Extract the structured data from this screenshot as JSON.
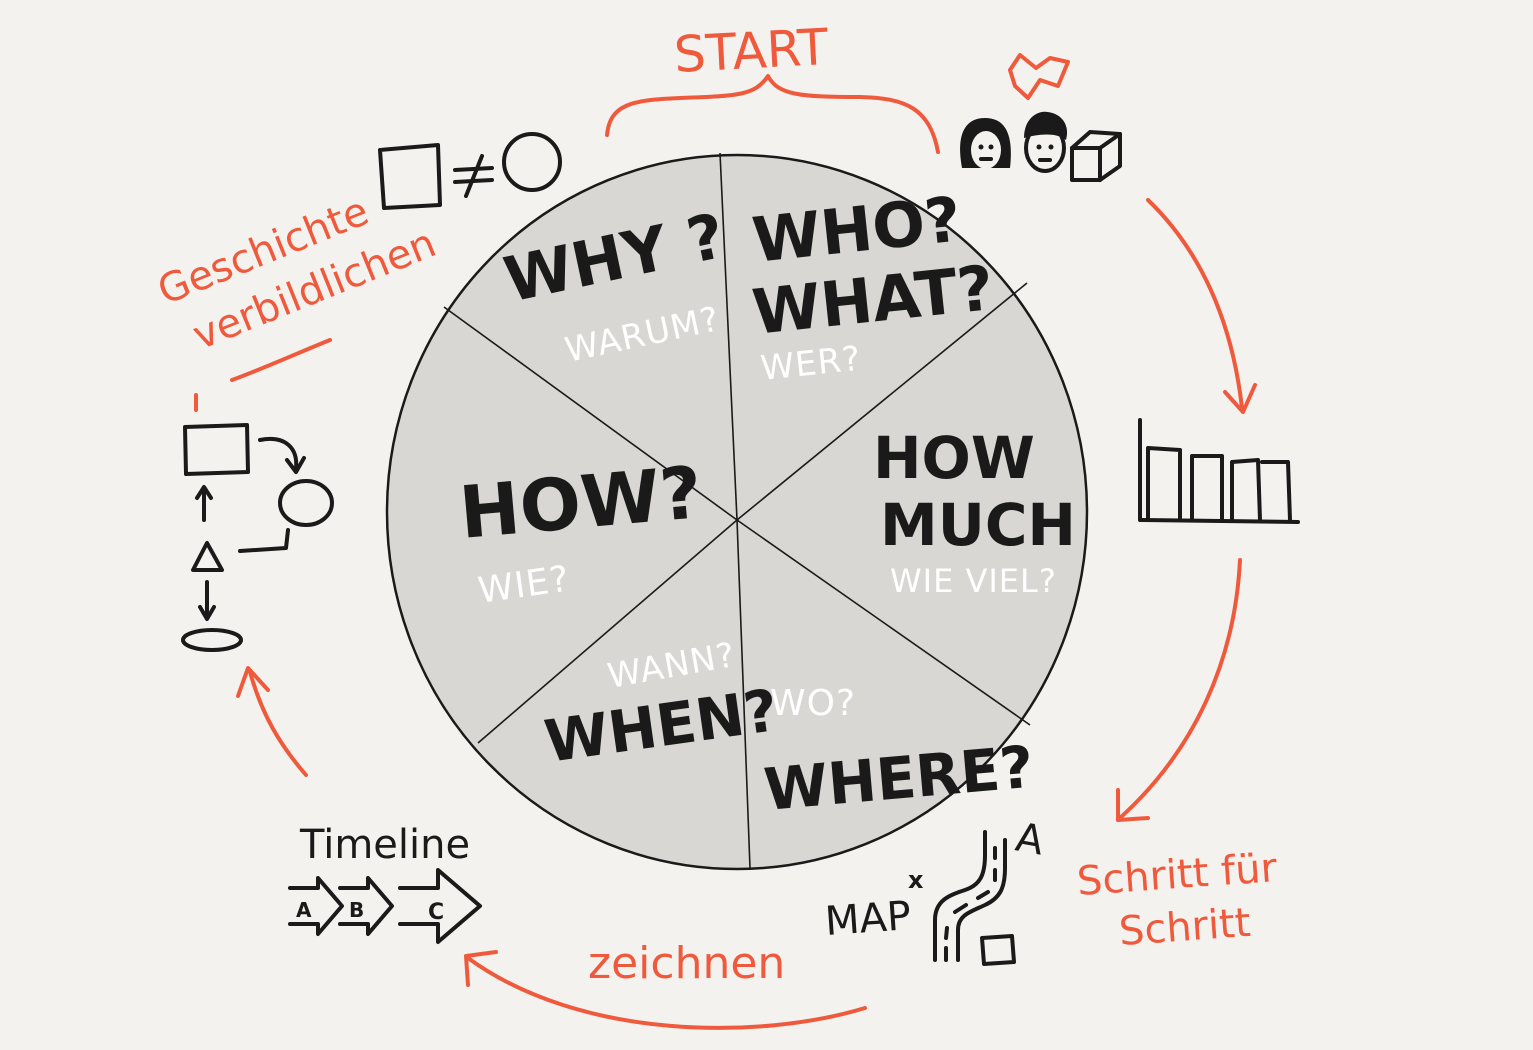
{
  "colors": {
    "background": "#f4f2ef",
    "wheel_fill": "#d9d7d4",
    "ink": "#1a1a1a",
    "accent": "#f05a3c",
    "label_white": "#ffffff"
  },
  "top_label": "START",
  "wheel": {
    "segments": [
      {
        "question": "WHY ?",
        "translation": "WARUM?"
      },
      {
        "question": "WHO?",
        "question2": "WHAT?",
        "translation": "WER?"
      },
      {
        "question": "HOW",
        "question2": "MUCH",
        "translation": "WIE VIEL?"
      },
      {
        "question": "WHERE?",
        "translation": "WO?"
      },
      {
        "question": "WHEN?",
        "translation": "WANN?"
      },
      {
        "question": "HOW?",
        "translation": "WIE?"
      }
    ]
  },
  "side_notes": {
    "left_line1": "Geschichte",
    "left_line2": "verbildlichen",
    "right_line1": "Schritt für",
    "right_line2": "Schritt",
    "bottom": "zeichnen"
  },
  "sketches": {
    "timeline_title": "Timeline",
    "timeline_steps": [
      "A",
      "B",
      "C"
    ],
    "map_label": "MAP",
    "map_marker": "A",
    "map_cross": "x",
    "icons": [
      "square-not-equal-circle-icon",
      "people-and-box-icon",
      "bar-chart-icon",
      "map-route-icon",
      "timeline-arrows-icon",
      "flowchart-icon"
    ]
  }
}
